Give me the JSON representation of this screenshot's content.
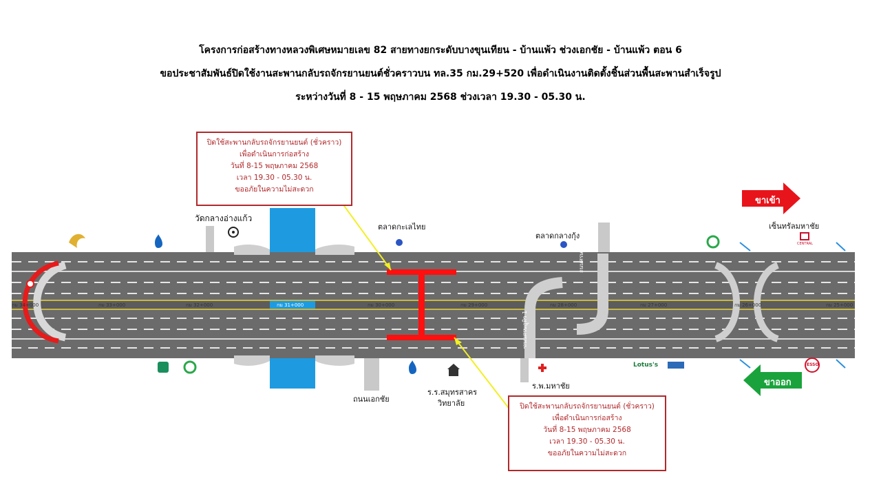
{
  "header": {
    "line1": "โครงการก่อสร้างทางหลวงพิเศษหมายเลข 82 สายทางยกระดับบางขุนเทียน - บ้านแพ้ว ช่วงเอกชัย - บ้านแพ้ว ตอน 6",
    "line2": "ขอประชาสัมพันธ์ปิดใช้งานสะพานกลับรถจักรยานยนต์ชั่วคราวบน ทล.35 กม.29+520 เพื่อดำเนินงานติดตั้งชิ้นส่วนพื้นสะพานสำเร็จรูป",
    "line3": "ระหว่างวันที่ 8 - 15 พฤษภาคม 2568 ช่วงเวลา 19.30 - 05.30 น."
  },
  "notice_top": {
    "line1": "ปิดใช้สะพานกลับรถจักรยานยนต์ (ชั่วคราว)",
    "line2": "เพื่อดำเนินการก่อสร้าง",
    "line3": "วันที่ 8-15 พฤษภาคม 2568",
    "line4": "เวลา 19.30 - 05.30 น.",
    "line5": "ขออภัยในความไม่สะดวก"
  },
  "notice_bottom": {
    "line1": "ปิดใช้สะพานกลับรถจักรยานยนต์ (ชั่วคราว)",
    "line2": "เพื่อดำเนินการก่อสร้าง",
    "line3": "วันที่ 8-15 พฤษภาคม 2568",
    "line4": "เวลา 19.30 - 05.30 น.",
    "line5": "ขออภัยในความไม่สะดวก"
  },
  "direction": {
    "inbound": "ขาเข้า",
    "outbound": "ขาออก"
  },
  "landmarks": {
    "temple": "วัดกลางอ่างแก้ว",
    "market1": "ตลาดกะเลไทย",
    "market2": "ตลาดกลางกุ้ง",
    "central": "เซ็นทรัลมหาชัย",
    "central_logo": "CENTRAL",
    "road_ekachai": "ถนนเอกชัย",
    "school_line1": "ร.ร.สมุทรสาคร",
    "school_line2": "วิทยาลัย",
    "hospital": "ร.พ.มหาชัย",
    "road_north": "ถนนศรษฎุทิว 1",
    "road_south": "ถนนศรษฎุทิว 1",
    "lotus": "Lotus's",
    "esso": "ESSO"
  },
  "km_markers": [
    "กม 34+000",
    "กม 33+000",
    "กม 32+000",
    "กม 31+000",
    "กม 30+000",
    "กม 29+000",
    "กม 28+000",
    "กม 27+000",
    "กม 26+000",
    "กม 25+000"
  ],
  "colors": {
    "road": "#6b6b6b",
    "closure": "#ff0000",
    "river": "#1e9be0",
    "arrow_in": "#e8141b",
    "arrow_out": "#1aa33c",
    "callout_line": "#f2ef24",
    "notice_border": "#b0282b"
  }
}
